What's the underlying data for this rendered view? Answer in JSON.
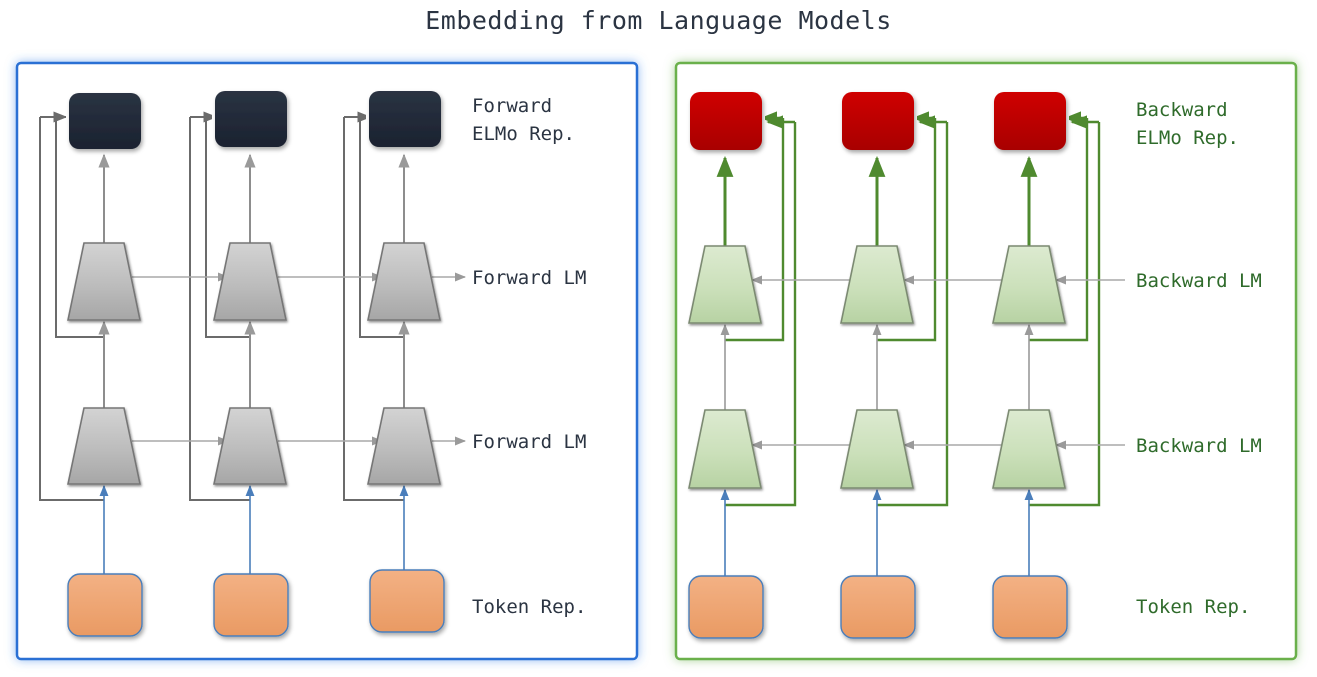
{
  "title": "Embedding from Language Models",
  "colors": {
    "title_text": "#2b3442",
    "left_panel_border": "#2b6fd4",
    "left_panel_glow": "#bcd9fb",
    "right_panel_border": "#6ab04c",
    "right_panel_glow": "#cdeac0",
    "forward_elmo_box": "#232b38",
    "backward_elmo_box": "#c00000",
    "forward_lm_trapezoid": "#b9b9b9",
    "backward_lm_trapezoid": "#c9dfbd",
    "token_box": "#f0a875",
    "token_box_border": "#4a7ebb",
    "left_connector": "#6b6b6b",
    "right_connector": "#4f8a2f",
    "token_arrow": "#4a7ebb",
    "left_label_text": "#2b3442",
    "right_label_text": "#2f6b2b"
  },
  "panels": [
    {
      "id": "forward",
      "direction": "left-to-right",
      "border_color": "#2b6fd4",
      "rows": [
        {
          "name": "elmo-row",
          "label": "Forward ELMo Rep.",
          "label_lines": [
            "Forward",
            "ELMo Rep."
          ],
          "node_type": "rounded-box",
          "node_color": "#232b38",
          "count": 3
        },
        {
          "name": "lm-row-top",
          "label": "Forward LM",
          "label_lines": [
            "Forward LM"
          ],
          "node_type": "trapezoid",
          "node_color": "#b9b9b9",
          "count": 3
        },
        {
          "name": "lm-row-bottom",
          "label": "Forward LM",
          "label_lines": [
            "Forward LM"
          ],
          "node_type": "trapezoid",
          "node_color": "#b9b9b9",
          "count": 3
        },
        {
          "name": "token-row",
          "label": "Token Rep.",
          "label_lines": [
            "Token Rep."
          ],
          "node_type": "rounded-box",
          "node_color": "#f0a875",
          "count": 3
        }
      ]
    },
    {
      "id": "backward",
      "direction": "right-to-left",
      "border_color": "#6ab04c",
      "rows": [
        {
          "name": "elmo-row",
          "label": "Backward ELMo Rep.",
          "label_lines": [
            "Backward",
            "ELMo Rep."
          ],
          "node_type": "rounded-box",
          "node_color": "#c00000",
          "count": 3
        },
        {
          "name": "lm-row-top",
          "label": "Backward LM",
          "label_lines": [
            "Backward LM"
          ],
          "node_type": "trapezoid",
          "node_color": "#c9dfbd",
          "count": 3
        },
        {
          "name": "lm-row-bottom",
          "label": "Backward LM",
          "label_lines": [
            "Backward LM"
          ],
          "node_type": "trapezoid",
          "node_color": "#c9dfbd",
          "count": 3
        },
        {
          "name": "token-row",
          "label": "Token Rep.",
          "label_lines": [
            "Token Rep."
          ],
          "node_type": "rounded-box",
          "node_color": "#f0a875",
          "count": 3
        }
      ]
    }
  ],
  "labels": {
    "left": {
      "elmo_line1": "Forward",
      "elmo_line2": "ELMo Rep.",
      "lm_top": "Forward LM",
      "lm_bottom": "Forward LM",
      "token": "Token Rep."
    },
    "right": {
      "elmo_line1": "Backward",
      "elmo_line2": "ELMo Rep.",
      "lm_top": "Backward LM",
      "lm_bottom": "Backward LM",
      "token": "Token Rep."
    }
  }
}
